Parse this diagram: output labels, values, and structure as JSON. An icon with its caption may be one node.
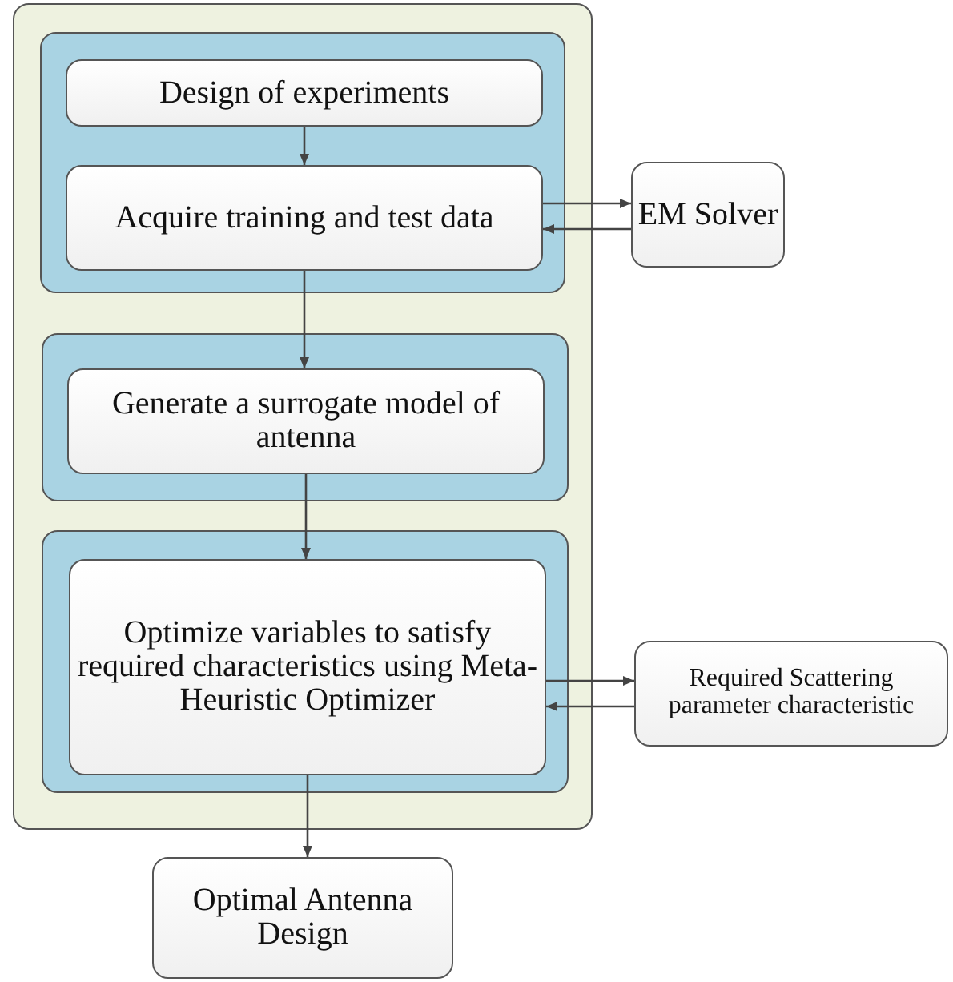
{
  "diagram": {
    "nodes": [
      {
        "text": [],
        "shape": "box"
      },
      {
        "text": [],
        "shape": "box",
        "in": 0
      },
      {
        "text": [
          "Design of experiments"
        ],
        "in": 1
      },
      {
        "text": [
          "Acquire training and test data"
        ],
        "in": 1
      },
      {
        "text": [
          "EM Solver"
        ]
      },
      {
        "text": [],
        "shape": "box",
        "in": 0
      },
      {
        "text": [
          "Generate a surrogate model of antenna"
        ],
        "in": 5
      },
      {
        "text": [],
        "shape": "box",
        "in": 0
      },
      {
        "text": [
          "Optimize variables to satisfy required characteristics using Meta-Heuristic Optimizer"
        ],
        "in": 7
      },
      {
        "text": [
          "Required Scattering parameter characteristic"
        ]
      },
      {
        "text": [
          "Optimal Antenna Design"
        ]
      }
    ],
    "edges": [
      {
        "from": 2,
        "to": 3,
        "arrow": "to"
      },
      {
        "from": 3,
        "to": 4,
        "arrow": "to"
      },
      {
        "from": 4,
        "to": 3,
        "arrow": "to"
      },
      {
        "from": 3,
        "to": 6,
        "arrow": "to"
      },
      {
        "from": 6,
        "to": 8,
        "arrow": "to"
      },
      {
        "from": 8,
        "to": 9,
        "arrow": "to"
      },
      {
        "from": 9,
        "to": 8,
        "arrow": "to"
      },
      {
        "from": 8,
        "to": 10,
        "arrow": "to"
      }
    ]
  }
}
